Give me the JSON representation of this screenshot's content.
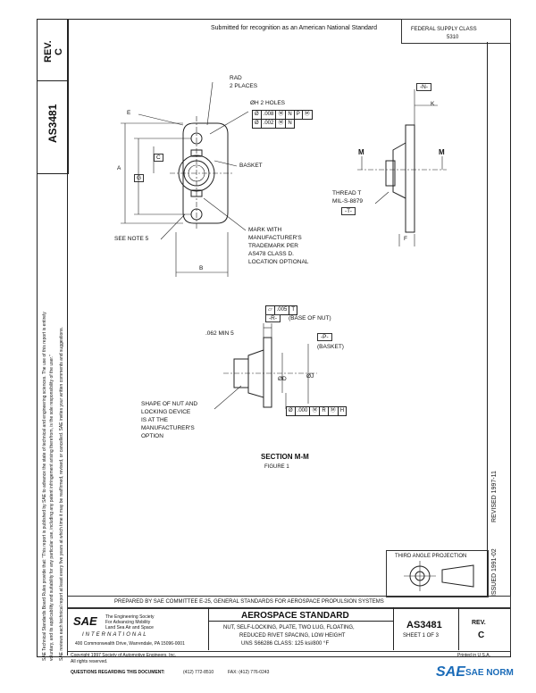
{
  "header": {
    "submitted": "Submitted for recognition as an American National Standard",
    "federal_supply_class": "FEDERAL SUPPLY CLASS",
    "fsc_value": "5310"
  },
  "sidebar": {
    "rev_label": "REV.",
    "rev_value": "C",
    "doc_number": "AS3481",
    "disclaimer_1": "SAE Technical Standards Board Rules provide that: \"This report is published by SAE to advance the state of technical and engineering sciences. The use of this report is entirely",
    "disclaimer_2": "voluntary, and its applicability and suitability for any particular use, including any patent infringement arising therefrom, is the sole responsibility of the user.\"",
    "disclaimer_3": "SAE reviews each technical report at least every five years at which time it may be reaffirmed, revised, or cancelled. SAE invites your written comments and suggestions.",
    "revised": "REVISED 1997-11",
    "issued": "ISSUED 1991-02"
  },
  "drawing": {
    "rad": "RAD",
    "two_places": "2 PLACES",
    "h_holes": "ØH 2 HOLES",
    "fcf1": [
      "Ø",
      ".008",
      "Ⓜ",
      "N",
      "P",
      "Ⓜ"
    ],
    "fcf2": [
      "Ø",
      ".002",
      "Ⓜ",
      "N"
    ],
    "basket": "BASKET",
    "see_note": "SEE NOTE 5",
    "mark_with": "MARK WITH",
    "manufacturers": "MANUFACTURER'S",
    "trademark": "TRADEMARK PER",
    "as478": "AS478 CLASS D.",
    "location": "LOCATION OPTIONAL",
    "dim_a": "A",
    "dim_b": "B",
    "dim_c": "C",
    "dim_e": "E",
    "dim_g": "G",
    "dim_n": "-N-",
    "dim_k": "K",
    "dim_f": "F",
    "dim_m1": "M",
    "dim_m2": "M",
    "thread": "THREAD T",
    "mil": "MIL-S-8879",
    "datum_t": "-T-",
    "fcf3": [
      ".005",
      "T"
    ],
    "datum_r": "-R-",
    "base_of_nut": "(BASE OF NUT)",
    "min_dim": ".062 MIN 5",
    "datum_p": "-P-",
    "basket_paren": "(BASKET)",
    "dim_d": "ØD",
    "dim_j": "ØJ",
    "shape_1": "SHAPE OF NUT AND",
    "shape_2": "LOCKING DEVICE",
    "shape_3": "IS AT THE",
    "shape_4": "MANUFACTURER'S",
    "shape_5": "OPTION",
    "fcf4": [
      "Ø",
      ".000",
      "Ⓜ",
      "R",
      "Ⓜ",
      "H"
    ],
    "section": "SECTION M-M",
    "figure": "FIGURE 1"
  },
  "projection": {
    "label": "THIRD ANGLE PROJECTION"
  },
  "titleblock": {
    "prepared": "PREPARED BY SAE COMMITTEE E-25, GENERAL STANDARDS FOR AEROSPACE PROPULSION SYSTEMS",
    "logo": "SAE",
    "tagline_1": "The Engineering Society",
    "tagline_2": "For Advancing Mobility",
    "tagline_3": "Land Sea Air and Space",
    "international": "INTERNATIONAL",
    "address": "400 Commonwealth Drive, Warrendale, PA 15096-0001",
    "standard": "AEROSPACE STANDARD",
    "desc_1": "NUT, SELF-LOCKING, PLATE, TWO LUG, FLOATING,",
    "desc_2": "REDUCED RIVET SPACING, LOW HEIGHT",
    "desc_3": "UNS S66286 CLASS: 125 ksi/800 °F",
    "doc_number": "AS3481",
    "sheet": "SHEET 1 OF 3",
    "rev_label": "REV.",
    "rev_value": "C"
  },
  "footer": {
    "copyright": "Copyright 1997 Society of Automotive Engineers, Inc.",
    "rights": "All rights reserved.",
    "printed": "Printed in U.S.A.",
    "questions": "QUESTIONS REGARDING THIS DOCUMENT:",
    "phone": "(412) 772-8510",
    "fax": "FAX: (412) 776-0243"
  },
  "watermark": {
    "logo": "SAE",
    "text": "SAE NORM"
  }
}
